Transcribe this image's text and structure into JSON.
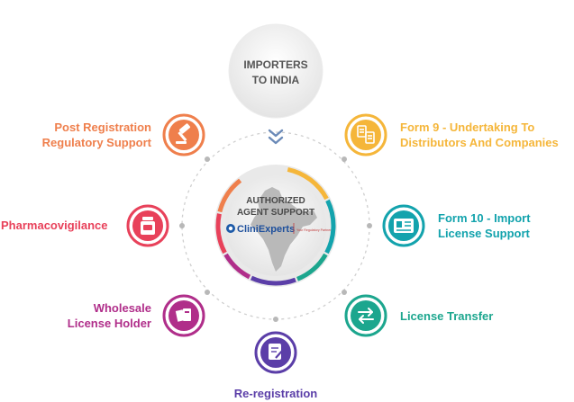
{
  "colors": {
    "orange": "#ef7f4c",
    "yellow": "#f5b63a",
    "red": "#e8415a",
    "teal": "#13a3ad",
    "green": "#1ca68e",
    "purple": "#5b3ea8",
    "magenta": "#b02e8a",
    "grey_text": "#555555",
    "dashed": "#c9c9c9"
  },
  "top": {
    "line1": "IMPORTERS",
    "line2": "TO INDIA"
  },
  "center": {
    "line1": "AUTHORIZED",
    "line2": "AGENT SUPPORT",
    "logo_text": "CliniExperts",
    "logo_tagline": "Your Regulatory Partner"
  },
  "nodes": [
    {
      "id": "post-registration",
      "lines": [
        "Post Registration",
        "Regulatory Support"
      ],
      "color": "#ef7f4c",
      "icon": "gavel-icon"
    },
    {
      "id": "form-9",
      "lines": [
        "Form 9 - Undertaking To",
        "Distributors And Companies"
      ],
      "color": "#f5b63a",
      "icon": "documents-icon"
    },
    {
      "id": "pharmacovigilance",
      "lines": [
        "Pharmacovigilance"
      ],
      "color": "#e8415a",
      "icon": "medicine-jar-icon"
    },
    {
      "id": "form-10",
      "lines": [
        "Form 10 - Import",
        "License Support"
      ],
      "color": "#13a3ad",
      "icon": "id-card-icon"
    },
    {
      "id": "wholesale",
      "lines": [
        "Wholesale",
        "License Holder"
      ],
      "color": "#b02e8a",
      "icon": "boxes-icon"
    },
    {
      "id": "license-transfer",
      "lines": [
        "License Transfer"
      ],
      "color": "#1ca68e",
      "icon": "transfer-arrows-icon"
    },
    {
      "id": "re-registration",
      "lines": [
        "Re-registration"
      ],
      "color": "#5b3ea8",
      "icon": "edit-document-icon"
    }
  ]
}
